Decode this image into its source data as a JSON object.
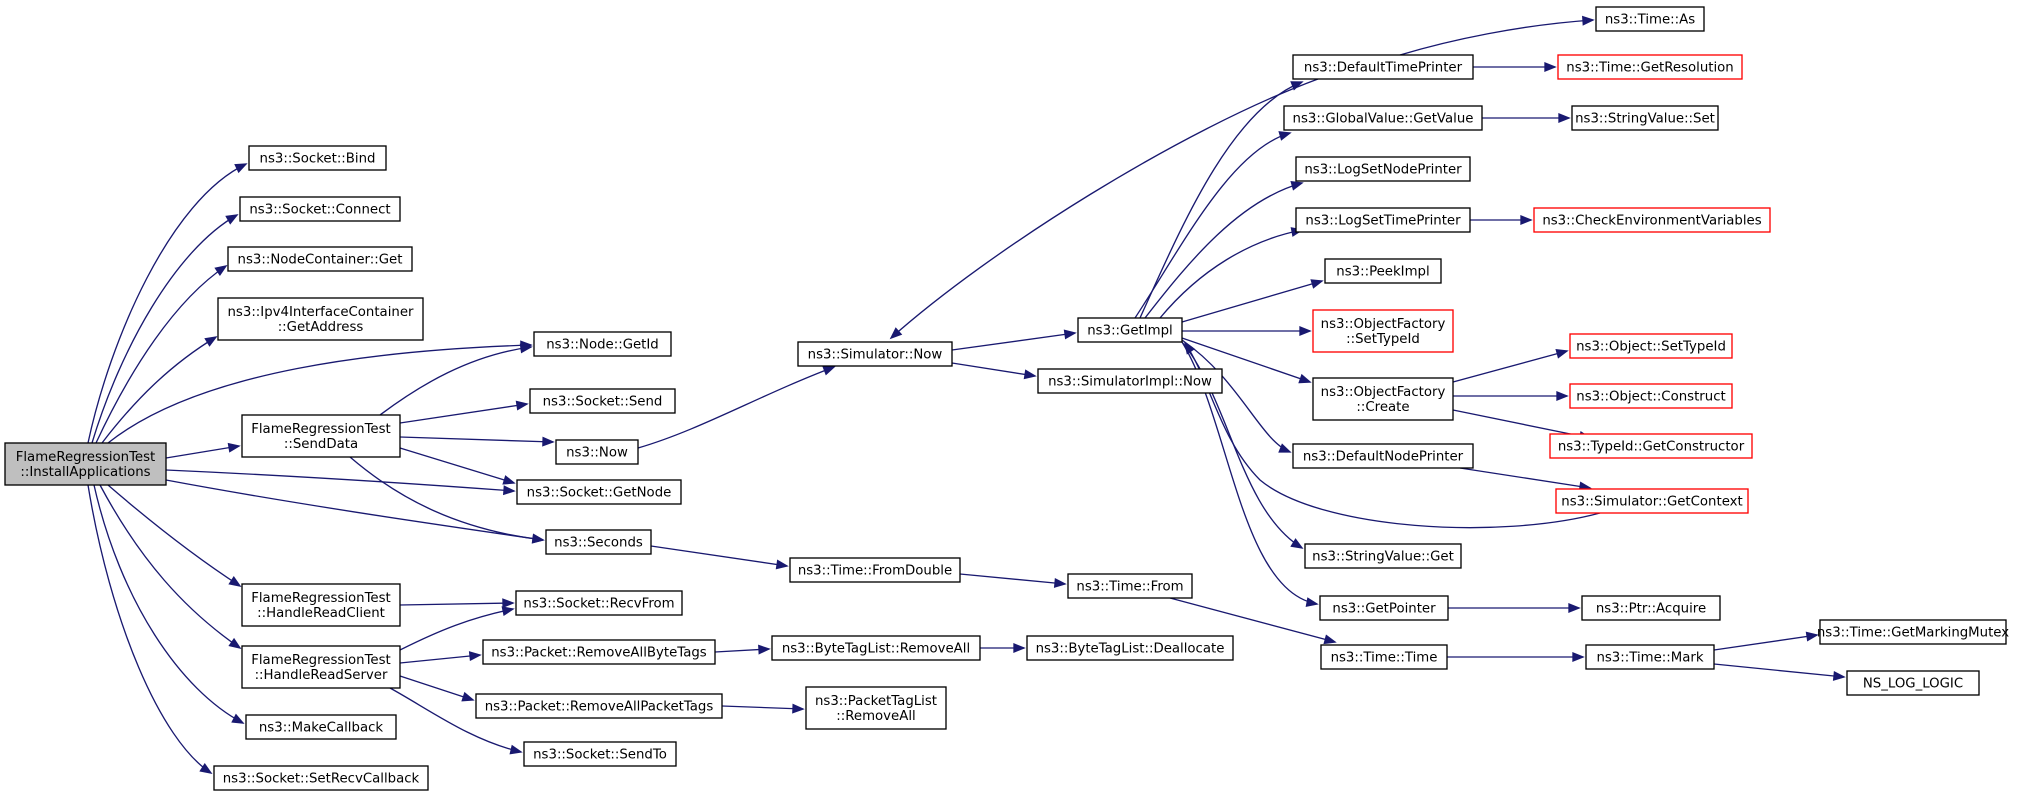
{
  "diagram": {
    "colors": {
      "edge": "#191970",
      "root_fill": "#bfbfbf",
      "node_border": "#000000",
      "truncated_border": "#ff0000",
      "node_fill": "#ffffff"
    },
    "nodes": {
      "root": {
        "lines": [
          "FlameRegressionTest",
          "::InstallApplications"
        ],
        "style": "root"
      },
      "bind": {
        "lines": [
          "ns3::Socket::Bind"
        ],
        "style": "normal"
      },
      "connect": {
        "lines": [
          "ns3::Socket::Connect"
        ],
        "style": "normal"
      },
      "nc_get": {
        "lines": [
          "ns3::NodeContainer::Get"
        ],
        "style": "normal"
      },
      "ipv4_getaddr": {
        "lines": [
          "ns3::Ipv4InterfaceContainer",
          "::GetAddress"
        ],
        "style": "normal"
      },
      "node_getid": {
        "lines": [
          "ns3::Node::GetId"
        ],
        "style": "normal"
      },
      "senddata": {
        "lines": [
          "FlameRegressionTest",
          "::SendData"
        ],
        "style": "normal"
      },
      "socket_send": {
        "lines": [
          "ns3::Socket::Send"
        ],
        "style": "normal"
      },
      "now": {
        "lines": [
          "ns3::Now"
        ],
        "style": "normal"
      },
      "socket_getnode": {
        "lines": [
          "ns3::Socket::GetNode"
        ],
        "style": "normal"
      },
      "seconds": {
        "lines": [
          "ns3::Seconds"
        ],
        "style": "normal"
      },
      "hrc": {
        "lines": [
          "FlameRegressionTest",
          "::HandleReadClient"
        ],
        "style": "normal"
      },
      "recvfrom": {
        "lines": [
          "ns3::Socket::RecvFrom"
        ],
        "style": "normal"
      },
      "hrs": {
        "lines": [
          "FlameRegressionTest",
          "::HandleReadServer"
        ],
        "style": "normal"
      },
      "rm_bytetags": {
        "lines": [
          "ns3::Packet::RemoveAllByteTags"
        ],
        "style": "normal"
      },
      "rm_packettags": {
        "lines": [
          "ns3::Packet::RemoveAllPacketTags"
        ],
        "style": "normal"
      },
      "sendto": {
        "lines": [
          "ns3::Socket::SendTo"
        ],
        "style": "normal"
      },
      "makecallback": {
        "lines": [
          "ns3::MakeCallback"
        ],
        "style": "normal"
      },
      "setrecvcb": {
        "lines": [
          "ns3::Socket::SetRecvCallback"
        ],
        "style": "normal"
      },
      "sim_now": {
        "lines": [
          "ns3::Simulator::Now"
        ],
        "style": "normal"
      },
      "getimpl": {
        "lines": [
          "ns3::GetImpl"
        ],
        "style": "normal"
      },
      "simimpl_now": {
        "lines": [
          "ns3::SimulatorImpl::Now"
        ],
        "style": "normal"
      },
      "fromdouble": {
        "lines": [
          "ns3::Time::FromDouble"
        ],
        "style": "normal"
      },
      "time_from": {
        "lines": [
          "ns3::Time::From"
        ],
        "style": "normal"
      },
      "time_time": {
        "lines": [
          "ns3::Time::Time"
        ],
        "style": "normal"
      },
      "time_mark": {
        "lines": [
          "ns3::Time::Mark"
        ],
        "style": "normal"
      },
      "getmarkingmutex": {
        "lines": [
          "ns3::Time::GetMarkingMutex"
        ],
        "style": "normal"
      },
      "ns_log_logic": {
        "lines": [
          "NS_LOG_LOGIC"
        ],
        "style": "normal"
      },
      "btl_removeall": {
        "lines": [
          "ns3::ByteTagList::RemoveAll"
        ],
        "style": "normal"
      },
      "btl_dealloc": {
        "lines": [
          "ns3::ByteTagList::Deallocate"
        ],
        "style": "normal"
      },
      "ptl_removeall": {
        "lines": [
          "ns3::PacketTagList",
          "::RemoveAll"
        ],
        "style": "normal"
      },
      "defaulttimeprinter": {
        "lines": [
          "ns3::DefaultTimePrinter"
        ],
        "style": "normal"
      },
      "time_as": {
        "lines": [
          "ns3::Time::As"
        ],
        "style": "normal"
      },
      "time_getres": {
        "lines": [
          "ns3::Time::GetResolution"
        ],
        "style": "truncated"
      },
      "gv_getvalue": {
        "lines": [
          "ns3::GlobalValue::GetValue"
        ],
        "style": "normal"
      },
      "sv_set": {
        "lines": [
          "ns3::StringValue::Set"
        ],
        "style": "normal"
      },
      "logsetnodeprinter": {
        "lines": [
          "ns3::LogSetNodePrinter"
        ],
        "style": "normal"
      },
      "logsettimeprinter": {
        "lines": [
          "ns3::LogSetTimePrinter"
        ],
        "style": "normal"
      },
      "checkenv": {
        "lines": [
          "ns3::CheckEnvironmentVariables"
        ],
        "style": "truncated"
      },
      "peekimpl": {
        "lines": [
          "ns3::PeekImpl"
        ],
        "style": "normal"
      },
      "of_settypeid": {
        "lines": [
          "ns3::ObjectFactory",
          "::SetTypeId"
        ],
        "style": "truncated"
      },
      "of_create": {
        "lines": [
          "ns3::ObjectFactory",
          "::Create"
        ],
        "style": "normal"
      },
      "obj_settypeid": {
        "lines": [
          "ns3::Object::SetTypeId"
        ],
        "style": "truncated"
      },
      "obj_construct": {
        "lines": [
          "ns3::Object::Construct"
        ],
        "style": "truncated"
      },
      "typeid_getctor": {
        "lines": [
          "ns3::TypeId::GetConstructor"
        ],
        "style": "truncated"
      },
      "defaultnodeprinter": {
        "lines": [
          "ns3::DefaultNodePrinter"
        ],
        "style": "normal"
      },
      "sim_getcontext": {
        "lines": [
          "ns3::Simulator::GetContext"
        ],
        "style": "truncated"
      },
      "sv_get": {
        "lines": [
          "ns3::StringValue::Get"
        ],
        "style": "normal"
      },
      "getpointer": {
        "lines": [
          "ns3::GetPointer"
        ],
        "style": "normal"
      },
      "ptr_acquire": {
        "lines": [
          "ns3::Ptr::Acquire"
        ],
        "style": "normal"
      }
    },
    "edges": [
      [
        "root",
        "bind"
      ],
      [
        "root",
        "connect"
      ],
      [
        "root",
        "nc_get"
      ],
      [
        "root",
        "ipv4_getaddr"
      ],
      [
        "root",
        "node_getid"
      ],
      [
        "root",
        "senddata"
      ],
      [
        "root",
        "socket_getnode"
      ],
      [
        "root",
        "seconds"
      ],
      [
        "root",
        "hrc"
      ],
      [
        "root",
        "hrs"
      ],
      [
        "root",
        "makecallback"
      ],
      [
        "root",
        "setrecvcb"
      ],
      [
        "senddata",
        "node_getid"
      ],
      [
        "senddata",
        "socket_send"
      ],
      [
        "senddata",
        "now"
      ],
      [
        "senddata",
        "socket_getnode"
      ],
      [
        "senddata",
        "seconds"
      ],
      [
        "hrc",
        "recvfrom"
      ],
      [
        "hrs",
        "recvfrom"
      ],
      [
        "hrs",
        "rm_bytetags"
      ],
      [
        "hrs",
        "rm_packettags"
      ],
      [
        "hrs",
        "sendto"
      ],
      [
        "now",
        "sim_now"
      ],
      [
        "sim_now",
        "getimpl"
      ],
      [
        "sim_now",
        "simimpl_now"
      ],
      [
        "seconds",
        "fromdouble"
      ],
      [
        "fromdouble",
        "time_from"
      ],
      [
        "time_from",
        "time_time"
      ],
      [
        "time_time",
        "time_mark"
      ],
      [
        "time_mark",
        "getmarkingmutex"
      ],
      [
        "time_mark",
        "ns_log_logic"
      ],
      [
        "rm_bytetags",
        "btl_removeall"
      ],
      [
        "btl_removeall",
        "btl_dealloc"
      ],
      [
        "rm_packettags",
        "ptl_removeall"
      ],
      [
        "getimpl",
        "defaulttimeprinter"
      ],
      [
        "getimpl",
        "gv_getvalue"
      ],
      [
        "getimpl",
        "logsetnodeprinter"
      ],
      [
        "getimpl",
        "logsettimeprinter"
      ],
      [
        "getimpl",
        "peekimpl"
      ],
      [
        "getimpl",
        "of_settypeid"
      ],
      [
        "getimpl",
        "of_create"
      ],
      [
        "getimpl",
        "defaultnodeprinter"
      ],
      [
        "getimpl",
        "sv_get"
      ],
      [
        "getimpl",
        "getpointer"
      ],
      [
        "defaulttimeprinter",
        "sim_now"
      ],
      [
        "defaulttimeprinter",
        "time_as"
      ],
      [
        "defaulttimeprinter",
        "time_getres"
      ],
      [
        "gv_getvalue",
        "sv_set"
      ],
      [
        "logsettimeprinter",
        "checkenv"
      ],
      [
        "of_create",
        "obj_settypeid"
      ],
      [
        "of_create",
        "obj_construct"
      ],
      [
        "of_create",
        "typeid_getctor"
      ],
      [
        "defaultnodeprinter",
        "sim_getcontext"
      ],
      [
        "sim_getcontext",
        "getimpl"
      ],
      [
        "getpointer",
        "ptr_acquire"
      ]
    ]
  }
}
